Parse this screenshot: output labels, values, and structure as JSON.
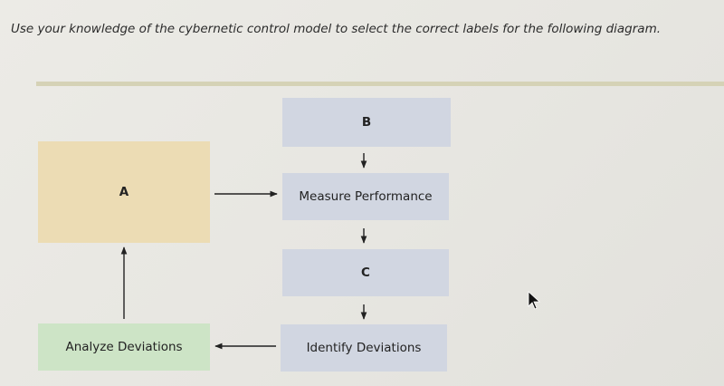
{
  "instruction": "Use your knowledge of the cybernetic control model to select the correct labels for the following diagram.",
  "diagram": {
    "box_a": "A",
    "box_b": "B",
    "measure_performance": "Measure Performance",
    "box_c": "C",
    "identify_deviations": "Identify Deviations",
    "analyze_deviations": "Analyze Deviations"
  },
  "colors": {
    "box_a": "#ecdcb4",
    "process_boxes": "#d1d6e1",
    "analyze_box": "#cde4c6",
    "divider": "#d5d2b6"
  },
  "icons": [
    "arrow-icon",
    "cursor-icon"
  ]
}
